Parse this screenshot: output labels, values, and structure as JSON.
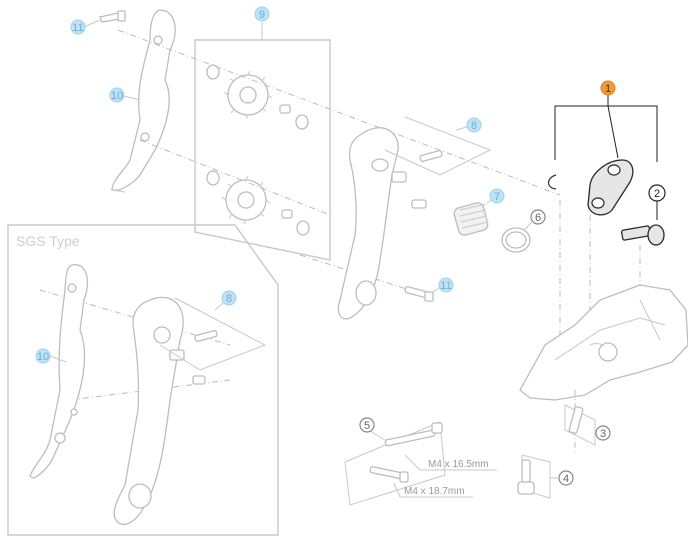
{
  "diagram": {
    "section_title": "SGS Type",
    "callouts": {
      "c1": "1",
      "c2": "2",
      "c3": "3",
      "c4": "4",
      "c5": "5",
      "c6": "6",
      "c7": "7",
      "c8a": "8",
      "c8b": "8",
      "c9": "9",
      "c10a": "10",
      "c10b": "10",
      "c11a": "11",
      "c11b": "11"
    },
    "labels": {
      "bolt_a": "M4 x 16.5mm",
      "bolt_b": "M4 x 18.7mm"
    },
    "colors": {
      "highlight": "#f39a3b",
      "reference": "#bfe3f6",
      "part_outline": "#bdbdbd",
      "selected_outline": "#2b2b2b"
    }
  }
}
